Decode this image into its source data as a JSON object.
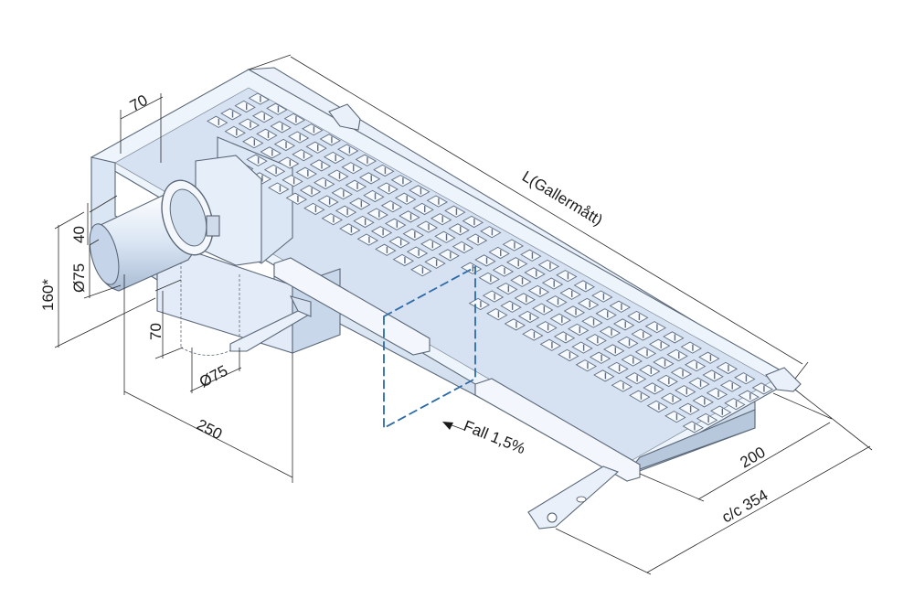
{
  "drawing": {
    "title": "",
    "dimensions": {
      "length": "L(Gallermått)",
      "top_offset": "70",
      "height_40": "40",
      "diameter_outlet": "Ø75",
      "height_total": "160*",
      "depth_70": "70",
      "diameter_lower": "Ø75",
      "width_250": "250",
      "grate_width": "200",
      "spacing": "c/c 354"
    },
    "slope_label": "Fall 1,5%",
    "colors": {
      "body_fill": "#dfe9f7",
      "body_light": "#eef4fc",
      "body_dark": "#b8c8dc",
      "grate_cell": "#5f6e84",
      "outline": "#5b6878",
      "slope_marker": "#2d6aa8"
    }
  }
}
